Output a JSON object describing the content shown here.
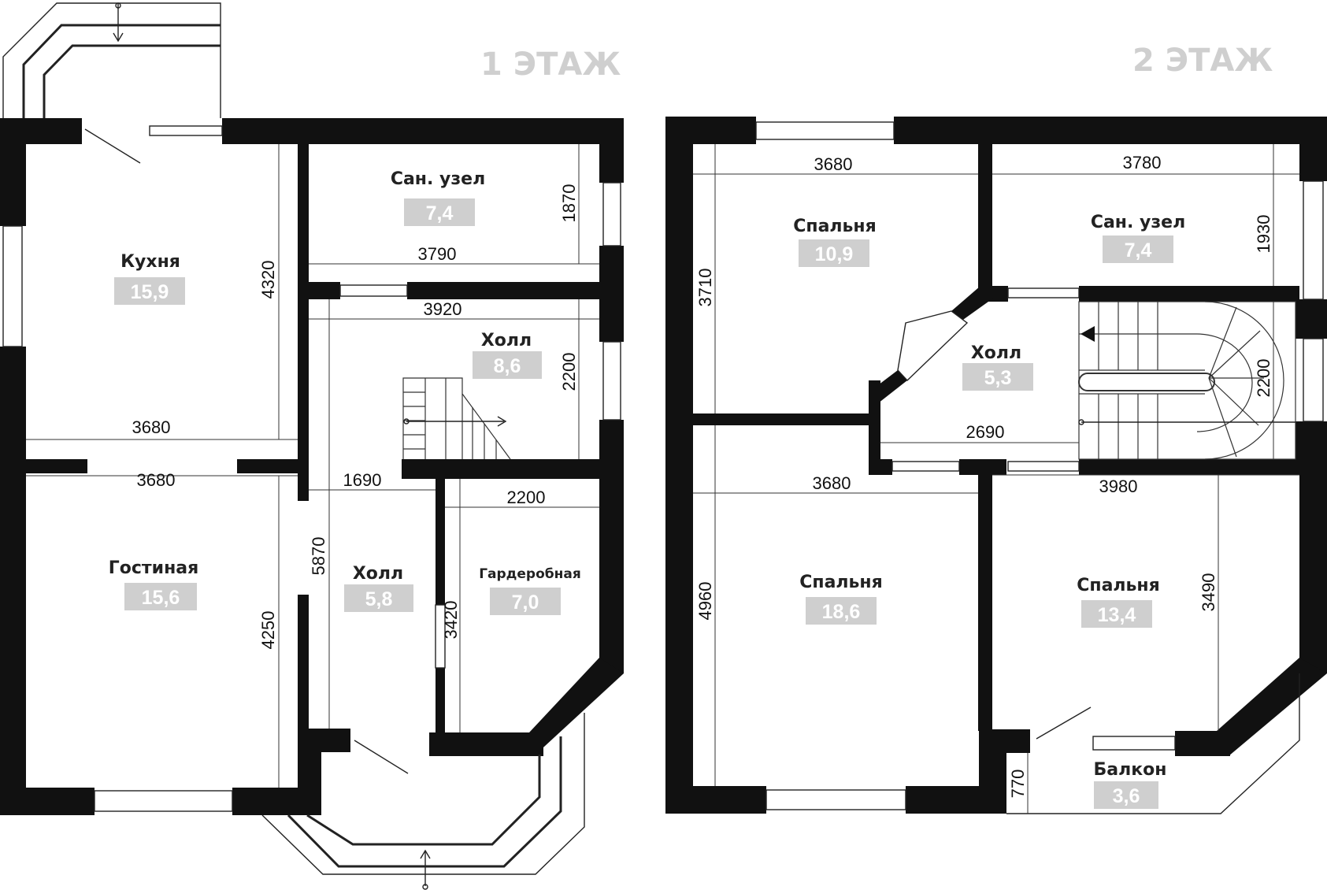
{
  "floors": [
    {
      "label": "1 ЭТАЖ"
    },
    {
      "label": "2 ЭТАЖ"
    }
  ],
  "rooms": {
    "f1_kitchen": {
      "name": "Кухня",
      "area": "15,9"
    },
    "f1_bath": {
      "name": "Сан. узел",
      "area": "7,4"
    },
    "f1_hall_top": {
      "name": "Холл",
      "area": "8,6"
    },
    "f1_living": {
      "name": "Гостиная",
      "area": "15,6"
    },
    "f1_hall_bottom": {
      "name": "Холл",
      "area": "5,8"
    },
    "f1_wardrobe": {
      "name": "Гардеробная",
      "area": "7,0"
    },
    "f2_bed_tl": {
      "name": "Спальня",
      "area": "10,9"
    },
    "f2_bath": {
      "name": "Сан. узел",
      "area": "7,4"
    },
    "f2_hall": {
      "name": "Холл",
      "area": "5,3"
    },
    "f2_bed_bl": {
      "name": "Спальня",
      "area": "18,6"
    },
    "f2_bed_br": {
      "name": "Спальня",
      "area": "13,4"
    },
    "f2_balcony": {
      "name": "Балкон",
      "area": "3,6"
    }
  },
  "dims": {
    "f1_kitchen_h": "4320",
    "f1_bath_h": "1870",
    "f1_bath_w": "3790",
    "f1_hall_w": "3920",
    "f1_hall_h": "2200",
    "f1_kitchen_w": "3680",
    "f1_living_w": "3680",
    "f1_hall_bottom_w": "1690",
    "f1_wardrobe_w": "2200",
    "f1_hall_bottom_h": "5870",
    "f1_living_h": "4250",
    "f1_wardrobe_h": "3420",
    "f2_bed_tl_w": "3680",
    "f2_bath_w": "3780",
    "f2_bed_tl_h": "3710",
    "f2_bath_h": "1930",
    "f2_stair_h": "2200",
    "f2_hall_w": "2690",
    "f2_bed_bl_w": "3680",
    "f2_bed_br_w": "3980",
    "f2_bed_bl_h": "4960",
    "f2_bed_br_h": "3490",
    "f2_balcony_h": "770"
  }
}
